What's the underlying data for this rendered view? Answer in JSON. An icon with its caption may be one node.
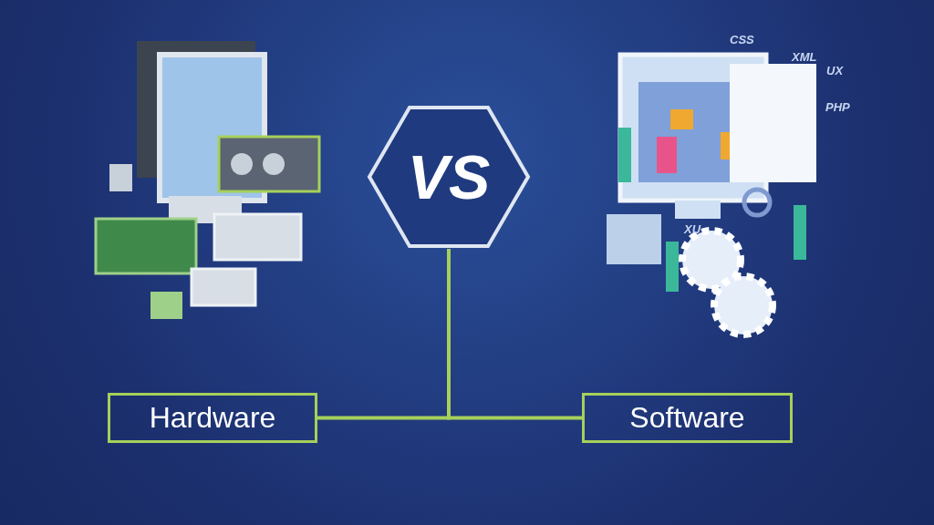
{
  "diagram": {
    "nodes": [
      {
        "text": [
          "VS"
        ]
      },
      {
        "text": [
          "Hardware"
        ]
      },
      {
        "text": [
          "Software"
        ]
      }
    ],
    "edges": [
      {
        "from": 0,
        "to": 1,
        "arrow": "none"
      },
      {
        "from": 0,
        "to": 2,
        "arrow": "none"
      }
    ],
    "labels": [
      "CSS",
      "XML",
      "UX",
      "PHP",
      "XU"
    ]
  }
}
